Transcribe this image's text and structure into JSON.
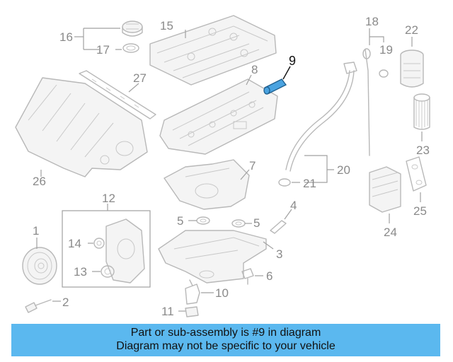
{
  "callouts": {
    "c1": "1",
    "c2": "2",
    "c3": "3",
    "c4": "4",
    "c5a": "5",
    "c5b": "5",
    "c6": "6",
    "c7": "7",
    "c8": "8",
    "c9": "9",
    "c10": "10",
    "c11": "11",
    "c12": "12",
    "c13": "13",
    "c14": "14",
    "c15": "15",
    "c16": "16",
    "c17": "17",
    "c18": "18",
    "c19": "19",
    "c20": "20",
    "c21": "21",
    "c22": "22",
    "c23": "23",
    "c24": "24",
    "c25": "25",
    "c26": "26",
    "c27": "27"
  },
  "highlighted_part": "9",
  "colors": {
    "highlight": "#4aa3e0",
    "banner": "#5bb8ef",
    "linework": "#b8b8b8"
  },
  "banner": {
    "line1": "Part or sub-assembly is #9 in diagram",
    "line2": "Diagram may not be specific to your vehicle"
  }
}
